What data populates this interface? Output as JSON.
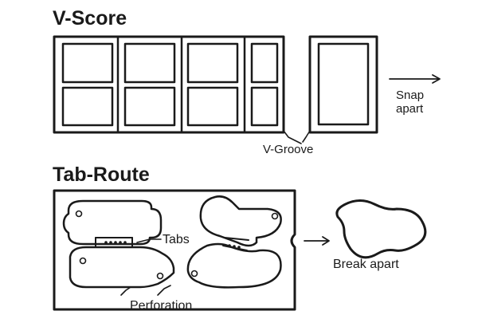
{
  "vscore": {
    "title": "V-Score",
    "groove_label": "V-Groove",
    "action_line1": "Snap",
    "action_line2": "apart"
  },
  "tabroute": {
    "title": "Tab-Route",
    "tabs_label": "Tabs",
    "perforation_label": "Perforation",
    "action_label": "Break apart"
  },
  "colors": {
    "ink": "#1a1a1a",
    "background": "#ffffff"
  }
}
